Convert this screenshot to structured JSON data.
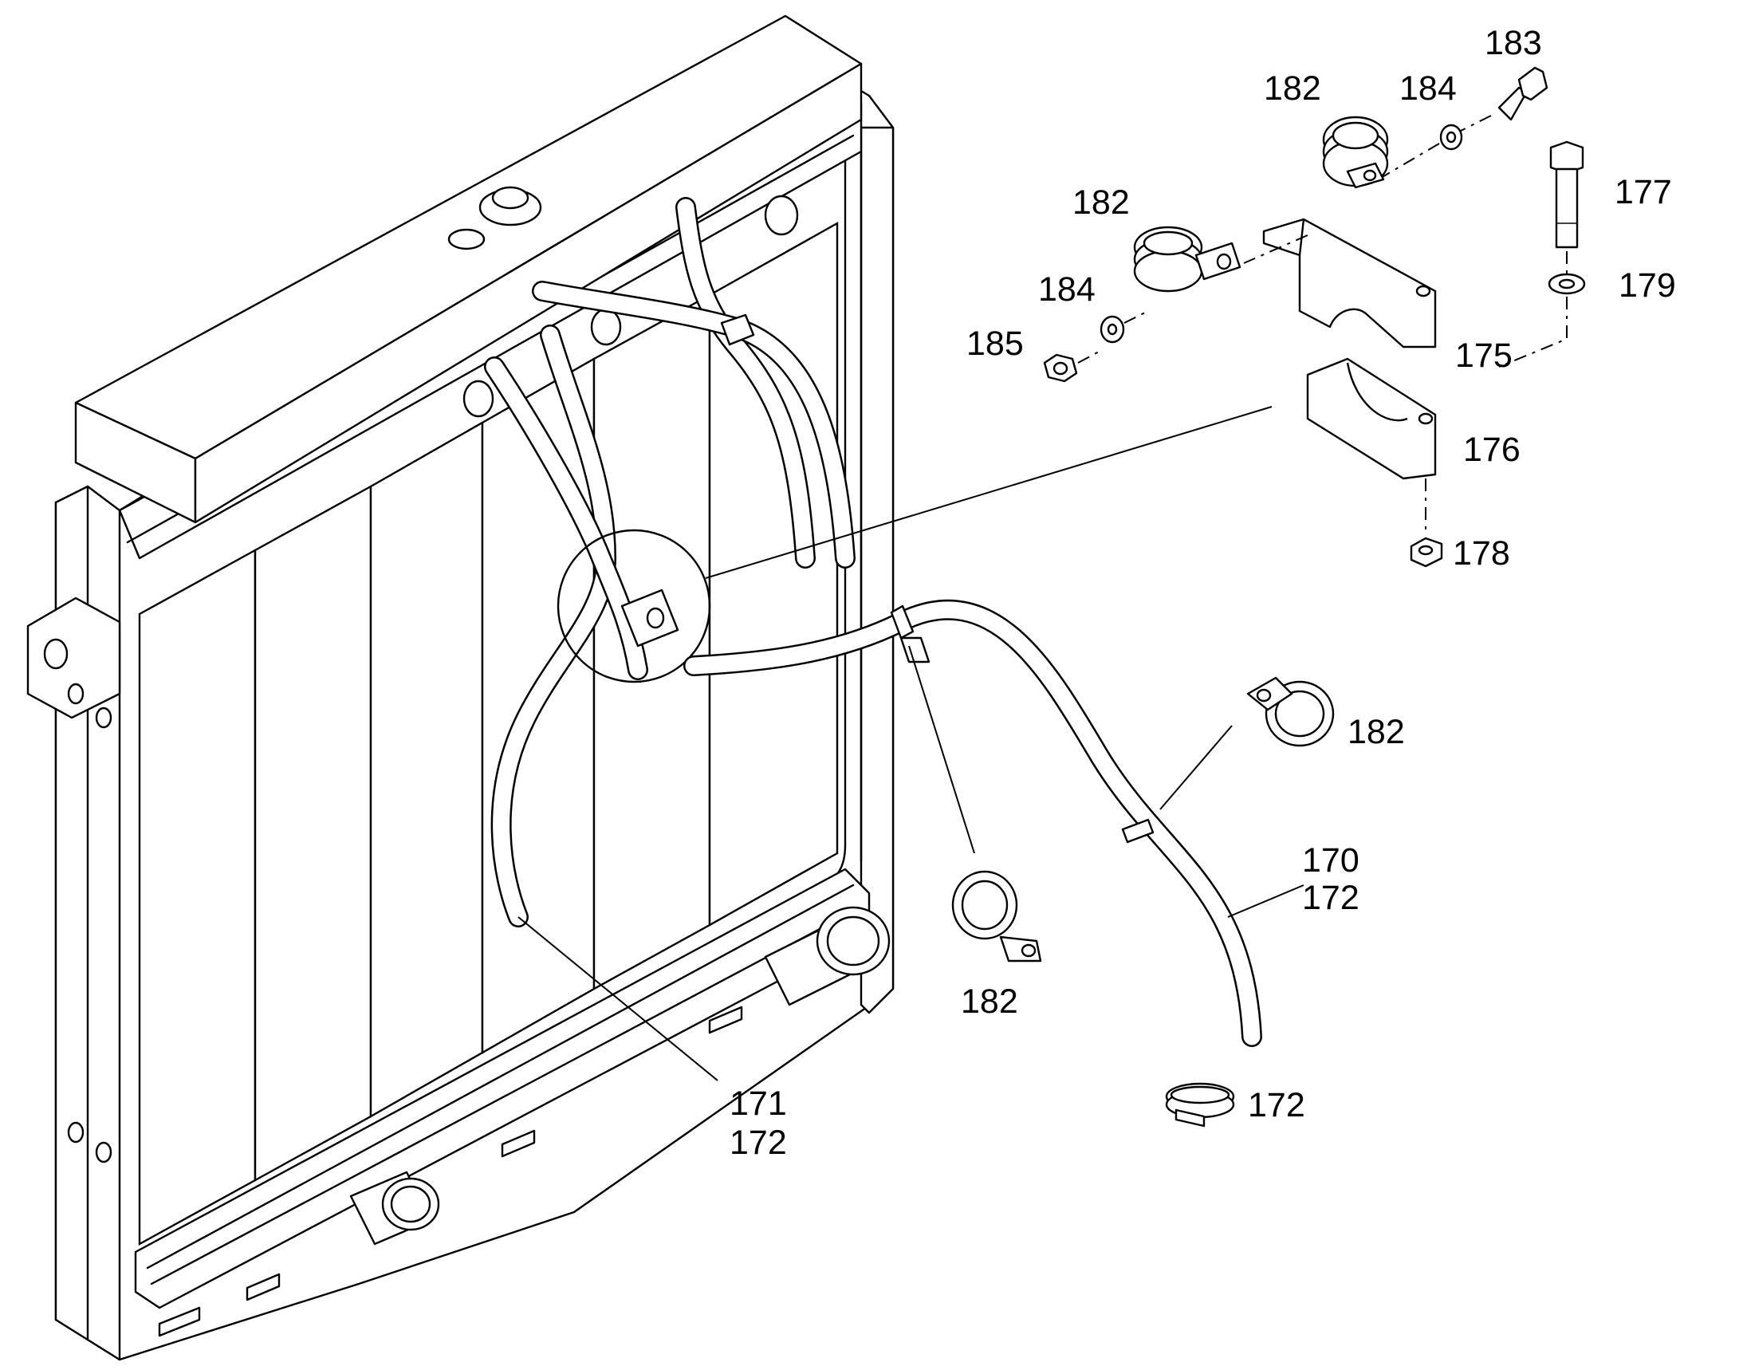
{
  "callouts": {
    "c183": "183",
    "c182_top": "182",
    "c184_top": "184",
    "c177": "177",
    "c182_mid": "182",
    "c184_mid": "184",
    "c179": "179",
    "c185": "185",
    "c175": "175",
    "c176": "176",
    "c178": "178",
    "c182_right": "182",
    "c170": "170",
    "c172_a": "172",
    "c182_bottom": "182",
    "c172_b": "172",
    "c171": "171",
    "c172_c": "172"
  }
}
